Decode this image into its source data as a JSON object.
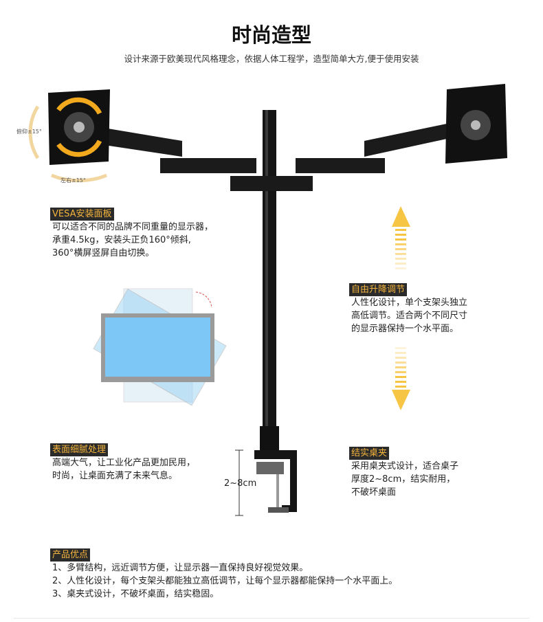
{
  "header": {
    "title": "时尚造型",
    "subtitle": "设计来源于欧美现代风格理念，依据人体工程学，造型简单大方,便于使用安装"
  },
  "rotation_labels": {
    "tilt": "俯仰±15°",
    "swivel": "左右±15°"
  },
  "features": [
    {
      "tag": "VESA安装面板",
      "lines": [
        "可以适合不同的品牌不同重量的显示器，",
        "承重4.5kg，安装头正负160°倾斜,",
        "360°横屏竖屏自由切换。"
      ]
    },
    {
      "tag": "自由升降调节",
      "lines": [
        "人性化设计，单个支架头独立",
        "高低调节。适合两个不同尺寸",
        "的显示器保持一个水平面。"
      ]
    },
    {
      "tag": "表面细腻处理",
      "lines": [
        "高端大气，让工业化产品更加民用，",
        "时尚，让桌面充满了未来气息。"
      ]
    },
    {
      "tag": "结实桌夹",
      "lines": [
        "采用桌夹式设计，适合桌子",
        "厚度2~8cm，结实耐用，",
        "不破坏桌面"
      ]
    }
  ],
  "clamp_range": "2~8cm",
  "advantages": {
    "tag": "产品优点",
    "lines": [
      "1、多臂结构，远近调节方便，让显示器一直保持良好视觉效果。",
      "2、人性化设计，每个支架头都能独立高低调节，让每个显示器都能保持一个水平面上。",
      "3、桌夹式设计，不破坏桌面，结实稳固。"
    ]
  },
  "colors": {
    "accent": "#f5b43c",
    "tag_bg": "#2b2b2b",
    "arrow": "#f7c544"
  }
}
